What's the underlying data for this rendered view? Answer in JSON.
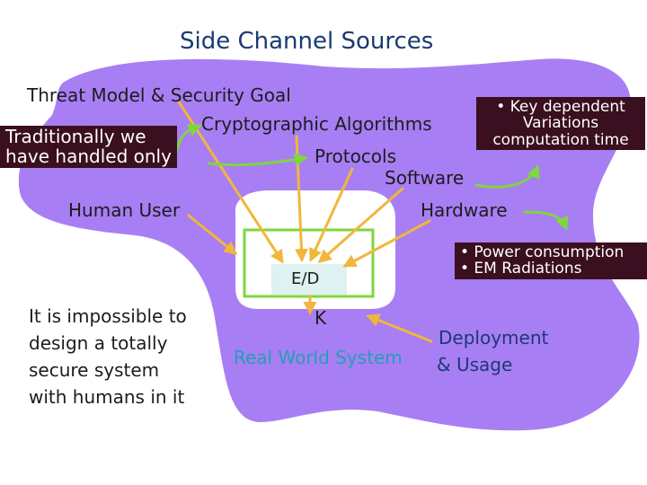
{
  "slide": {
    "title": "Side Channel Sources",
    "labels": {
      "threat_model": "Threat Model & Security Goal",
      "crypto_algorithms": "Cryptographic Algorithms",
      "protocols": "Protocols",
      "software": "Software",
      "hardware": "Hardware",
      "human_user": "Human User",
      "ed": "E/D",
      "k": "K",
      "real_world_system": "Real World System",
      "deployment_line1": "Deployment",
      "deployment_line2": "& Usage"
    },
    "traditional_box": {
      "line1": "Traditionally we",
      "line2": "have  handled only"
    },
    "timing_box": {
      "line1": "• Key dependent",
      "line2": "Variations",
      "line3": "computation time"
    },
    "power_box": {
      "line1": "• Power consumption",
      "line2": "• EM Radiations"
    },
    "impossible_note": {
      "line1": "It is impossible to",
      "line2": "design a totally",
      "line3": "secure system",
      "line4": "with humans in it"
    }
  },
  "colors": {
    "blob": "#a87ef4",
    "arrow_orange": "#f0b73a",
    "arrow_green": "#7fd63e",
    "dark_box": "#3a0f1f",
    "title": "#1a3a73",
    "teal_text": "#22a0b4",
    "system_box": "#dff1f1"
  }
}
